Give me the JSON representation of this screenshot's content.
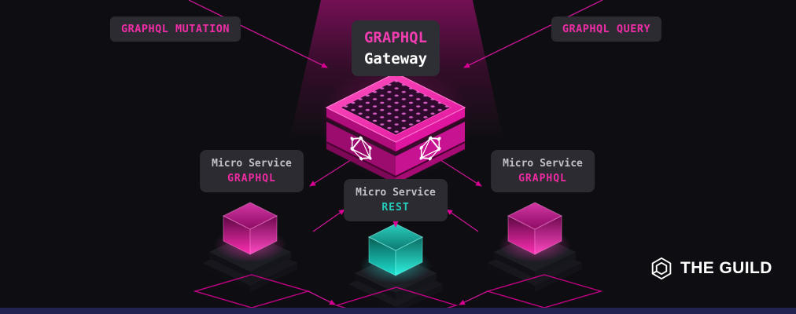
{
  "badges": {
    "mutation": "GRAPHQL MUTATION",
    "query": "GRAPHQL QUERY",
    "gateway_title": "GRAPHQL",
    "gateway_subtitle": "Gateway"
  },
  "services": [
    {
      "title": "Micro Service",
      "subtitle": "GRAPHQL"
    },
    {
      "title": "Micro Service",
      "subtitle": "REST"
    },
    {
      "title": "Micro Service",
      "subtitle": "GRAPHQL"
    }
  ],
  "logo": {
    "text": "THE GUILD"
  },
  "icons": {
    "gateway_faces": "graphql-logo-icon",
    "brand": "guild-hexagon-icon"
  },
  "colors": {
    "magenta": "#e10098",
    "teal": "#26cdbb",
    "line": "#d4169b",
    "badge_background": "#2b2b31",
    "page_background": "#0e0e12",
    "bottom_bar": "#232350"
  }
}
